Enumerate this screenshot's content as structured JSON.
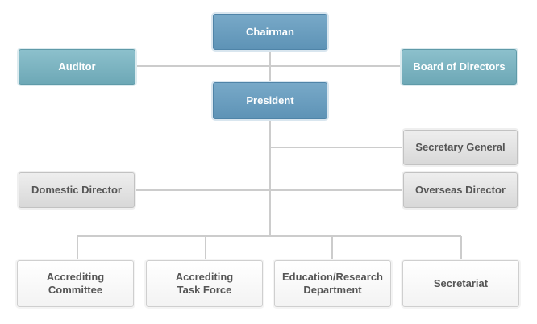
{
  "org_chart": {
    "chairman": "Chairman",
    "auditor": "Auditor",
    "board_of_directors": "Board of Directors",
    "president": "President",
    "secretary_general": "Secretary General",
    "domestic_director": "Domestic Director",
    "overseas_director": "Overseas Director",
    "accrediting_committee": [
      "Accrediting",
      "Committee"
    ],
    "accrediting_task_force": [
      "Accrediting",
      "Task Force"
    ],
    "education_research_department": [
      "Education/Research",
      "Department"
    ],
    "secretariat": "Secretariat"
  },
  "colors": {
    "connector": "#cccccc",
    "primary_box": "#6a9ebf",
    "secondary_box": "#7db4c1",
    "staff_box": "#dcdcdc",
    "unit_box": "#f7f7f7"
  }
}
